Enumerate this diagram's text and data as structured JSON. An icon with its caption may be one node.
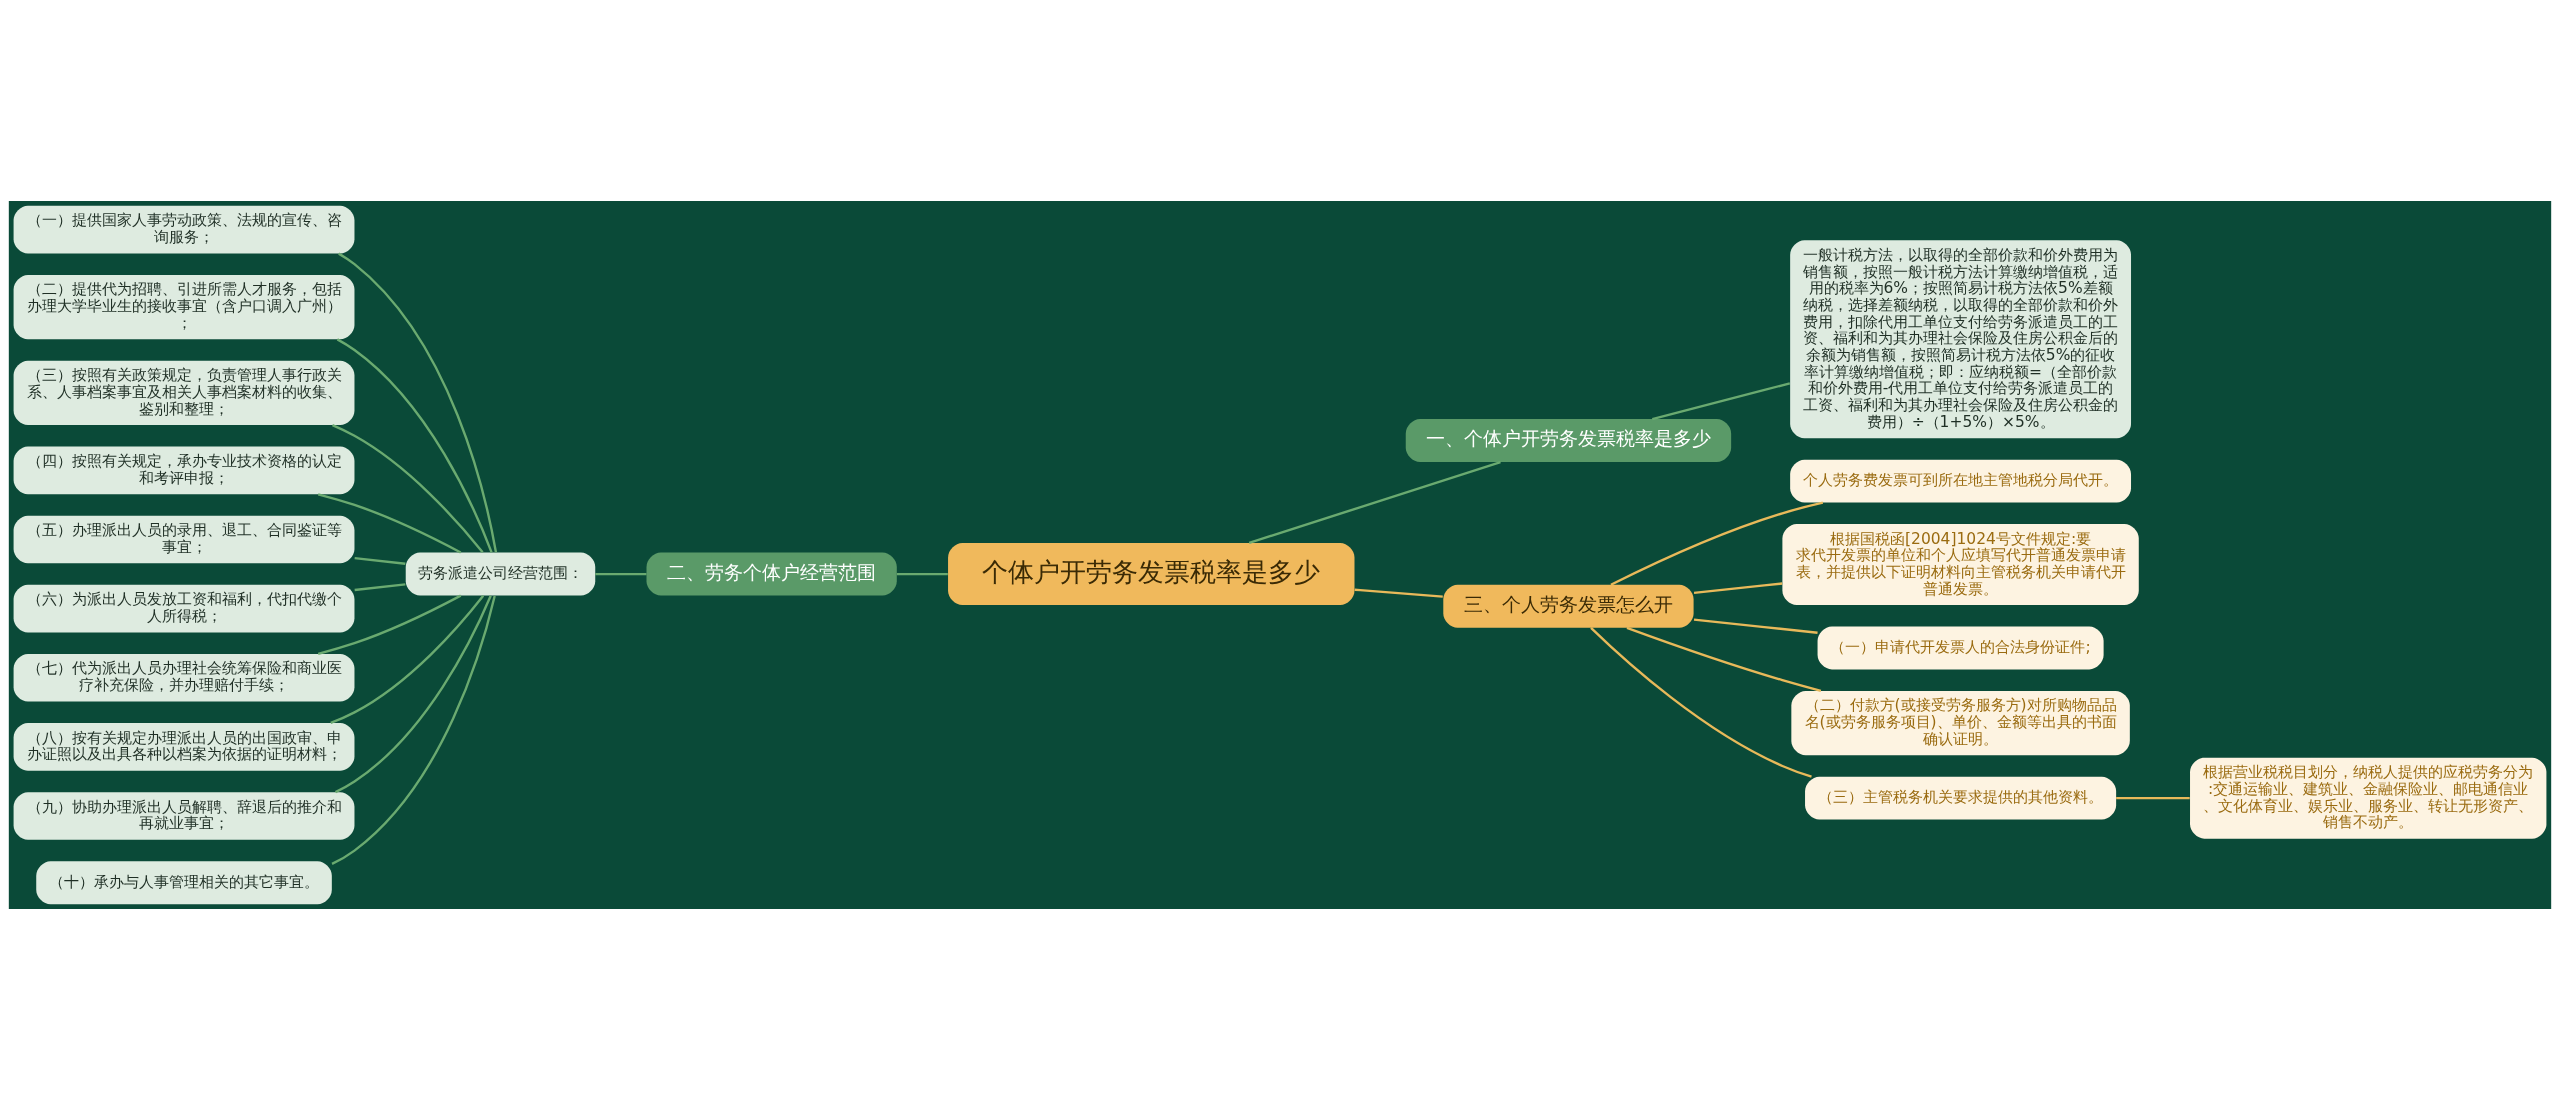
{
  "diagram": {
    "nodes": [
      {
        "text": [
          "个体户开劳务发票税率是多少"
        ]
      },
      {
        "text": [
          "一、个体户开劳务发票税率是多少"
        ]
      },
      {
        "text": [
          "一般计税方法，以取得的全部价款和价外费用为销售额，按照一般计税方法计算缴纳增值税，适用的税率为6%；按照简易计税方法依5%差额纳税，选择差额纳税，以取得的全部价款和价外费用，扣除代用工单位支付给劳务派遣员工的工资、福利和为其办理社会保险及住房公积金后的余额为销售额，按照简易计税方法依5%的征收率计算缴纳增值税；即：应纳税额=（全部价款和价外费用-代用工单位支付给劳务派遣员工的工资、福利和为其办理社会保险及住房公积金的费用）÷（1+5%）×5%。"
        ]
      },
      {
        "text": [
          "二、劳务个体户经营范围"
        ]
      },
      {
        "text": [
          "劳务派遣公司经营范围："
        ]
      },
      {
        "text": [
          "（一）提供国家人事劳动政策、法规的宣传、咨询服务；"
        ]
      },
      {
        "text": [
          "（二）提供代为招聘、引进所需人才服务，包括办理大学毕业生的接收事宜（含户口调入广州）；"
        ]
      },
      {
        "text": [
          "（三）按照有关政策规定，负责管理人事行政关系、人事档案事宜及相关人事档案材料的收集、鉴别和整理；"
        ]
      },
      {
        "text": [
          "（四）按照有关规定，承办专业技术资格的认定和考评申报；"
        ]
      },
      {
        "text": [
          "（五）办理派出人员的录用、退工、合同鉴证等事宜；"
        ]
      },
      {
        "text": [
          "（六）为派出人员发放工资和福利，代扣代缴个人所得税；"
        ]
      },
      {
        "text": [
          "（七）代为派出人员办理社会统筹保险和商业医疗补充保险，并办理赔付手续；"
        ]
      },
      {
        "text": [
          "（八）按有关规定办理派出人员的出国政审、申办证照以及出具各种以档案为依据的证明材料；"
        ]
      },
      {
        "text": [
          "（九）协助办理派出人员解聘、辞退后的推介和再就业事宜；"
        ]
      },
      {
        "text": [
          "（十）承办与人事管理相关的其它事宜。"
        ]
      },
      {
        "text": [
          "三、个人劳务发票怎么开"
        ]
      },
      {
        "text": [
          "个人劳务费发票可到所在地主管地税分局代开。"
        ]
      },
      {
        "text": [
          "根据国税函[2004]1024号文件规定:要求代开发票的单位和个人应填写代开普通发票申请表，并提供以下证明材料向主管税务机关申请代开普通发票。"
        ]
      },
      {
        "text": [
          "（一）申请代开发票人的合法身份证件;"
        ]
      },
      {
        "text": [
          "（二）付款方(或接受劳务服务方)对所购物品品名(或劳务服务项目)、单价、金额等出具的书面确认证明。"
        ]
      },
      {
        "text": [
          "（三）主管税务机关要求提供的其他资料。"
        ]
      },
      {
        "text": [
          "根据营业税税目划分，纳税人提供的应税劳务分为:交通运输业、建筑业、金融保险业、邮电通信业、文化体育业、娱乐业、服务业、转让无形资产、销售不动产。"
        ]
      }
    ],
    "edges": [
      {
        "from": 0,
        "to": 1,
        "arrow": "none"
      },
      {
        "from": 1,
        "to": 2,
        "arrow": "none"
      },
      {
        "from": 5,
        "to": 4,
        "arrow": "none"
      },
      {
        "from": 6,
        "to": 4,
        "arrow": "none"
      },
      {
        "from": 7,
        "to": 4,
        "arrow": "none"
      },
      {
        "from": 8,
        "to": 4,
        "arrow": "none"
      },
      {
        "from": 9,
        "to": 4,
        "arrow": "none"
      },
      {
        "from": 10,
        "to": 4,
        "arrow": "none"
      },
      {
        "from": 11,
        "to": 4,
        "arrow": "none"
      },
      {
        "from": 12,
        "to": 4,
        "arrow": "none"
      },
      {
        "from": 13,
        "to": 4,
        "arrow": "none"
      },
      {
        "from": 14,
        "to": 4,
        "arrow": "none"
      },
      {
        "from": 4,
        "to": 3,
        "arrow": "none"
      },
      {
        "from": 3,
        "to": 0,
        "arrow": "none"
      },
      {
        "from": 0,
        "to": 15,
        "arrow": "none",
        "color": "#e8b95a"
      },
      {
        "from": 15,
        "to": 16,
        "arrow": "none",
        "color": "#e8b95a"
      },
      {
        "from": 15,
        "to": 17,
        "arrow": "none",
        "color": "#e8b95a"
      },
      {
        "from": 15,
        "to": 18,
        "arrow": "none",
        "color": "#e8b95a"
      },
      {
        "from": 15,
        "to": 19,
        "arrow": "none",
        "color": "#e8b95a"
      },
      {
        "from": 15,
        "to": 20,
        "arrow": "none",
        "color": "#e8b95a"
      },
      {
        "from": 20,
        "to": 21,
        "arrow": "none",
        "color": "#e8b95a"
      }
    ]
  }
}
